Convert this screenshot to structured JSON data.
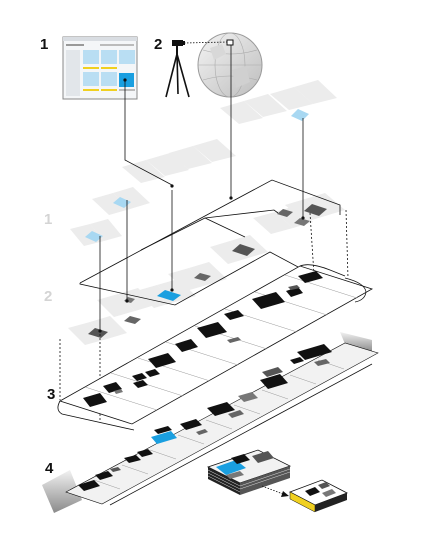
{
  "steps": [
    {
      "label": "1",
      "color": "#111111"
    },
    {
      "label": "2",
      "color": "#111111"
    },
    {
      "label": "1",
      "color": "#d4d4d4"
    },
    {
      "label": "2",
      "color": "#d4d4d4"
    },
    {
      "label": "3",
      "color": "#111111"
    },
    {
      "label": "4",
      "color": "#111111"
    }
  ],
  "colors": {
    "accent_blue": "#1a9fe0",
    "light_blue": "#a8d8f2",
    "page_grey": "#ececec",
    "dark_block": "#111111",
    "mid_grey": "#777777",
    "cover_yellow": "#f0d020"
  },
  "icons": {
    "webpage": "webpage-thumbnail-icon",
    "camera": "camera-on-tripod-icon",
    "globe": "world-globe-icon",
    "book_stack": "printed-book-stack-icon",
    "book_yellow": "yellow-cover-book-icon"
  }
}
